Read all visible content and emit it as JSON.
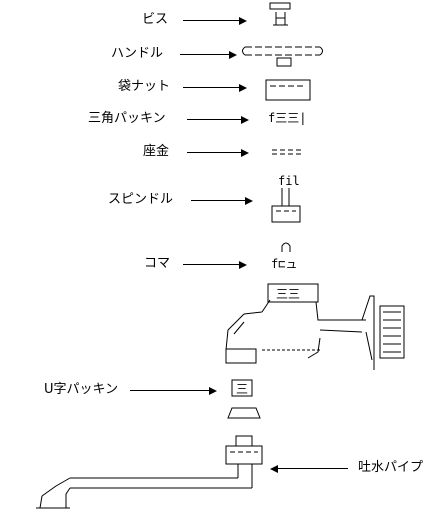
{
  "labels": {
    "screw": "ビス",
    "handle": "ハンドル",
    "cap_nut": "袋ナット",
    "triangle_packing": "三角パッキン",
    "washer": "座金",
    "spindle": "スピンドル",
    "koma": "コマ",
    "u_packing": "U字パッキン",
    "spout": "吐水パイプ"
  }
}
